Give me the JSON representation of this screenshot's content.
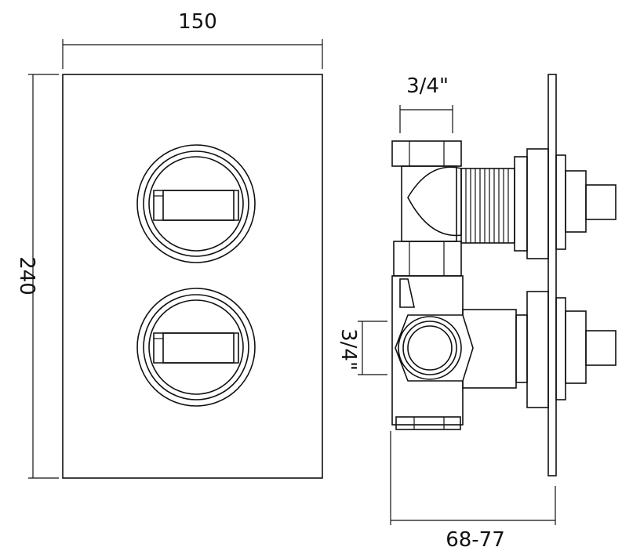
{
  "dimensions": {
    "width": "150",
    "height": "240",
    "top_inlet": "3/4\"",
    "side_outlet": "3/4\"",
    "depth": "68-77"
  }
}
